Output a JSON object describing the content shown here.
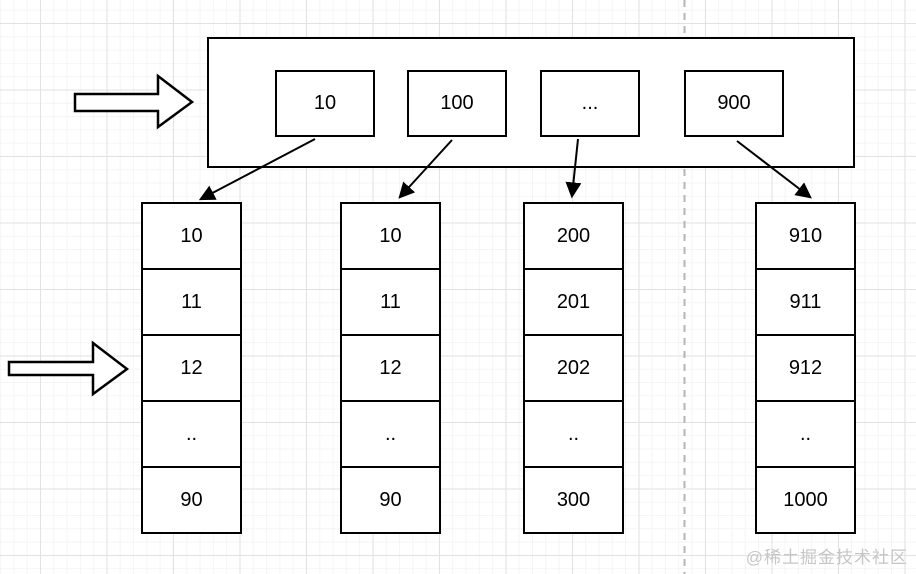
{
  "canvas": {
    "watermark": "@稀土掘金技术社区"
  },
  "diagram": {
    "index_row": {
      "boxes": [
        "10",
        "100",
        "...",
        "900"
      ]
    },
    "columns": [
      {
        "cells": [
          "10",
          "11",
          "12",
          "..",
          "90"
        ]
      },
      {
        "cells": [
          "10",
          "11",
          "12",
          "..",
          "90"
        ]
      },
      {
        "cells": [
          "200",
          "201",
          "202",
          "..",
          "300"
        ]
      },
      {
        "cells": [
          "910",
          "911",
          "912",
          "..",
          "1000"
        ]
      }
    ],
    "icons": {
      "block_arrow_top": "right-block-arrow",
      "block_arrow_left": "right-block-arrow",
      "connector": "down-arrow-connector"
    },
    "colors": {
      "shape_stroke": "#000000",
      "shape_fill": "#ffffff",
      "dashed_divider": "#b5b5b5",
      "watermark_text": "#c6c6c6"
    }
  }
}
